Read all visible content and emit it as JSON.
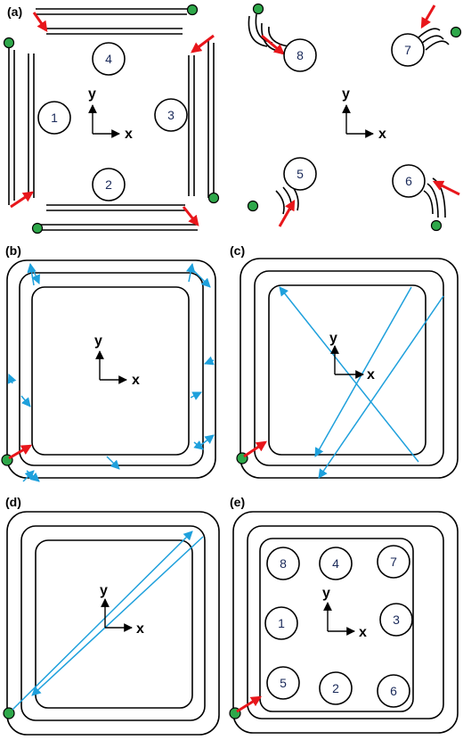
{
  "panels": {
    "a": {
      "label": "(a)",
      "circles": [
        "1",
        "2",
        "3",
        "4",
        "5",
        "6",
        "7",
        "8"
      ]
    },
    "b": {
      "label": "(b)"
    },
    "c": {
      "label": "(c)"
    },
    "d": {
      "label": "(d)"
    },
    "e": {
      "label": "(e)",
      "circles": [
        "8",
        "4",
        "7",
        "1",
        "3",
        "5",
        "2",
        "6"
      ]
    }
  },
  "axes": {
    "x": "x",
    "y": "y"
  },
  "colors": {
    "waveguide": "#000000",
    "path": "#1ea0dc",
    "input_arrow": "#e8161b",
    "port": "#2ea84a",
    "circle_text": "#1a2a5a"
  }
}
